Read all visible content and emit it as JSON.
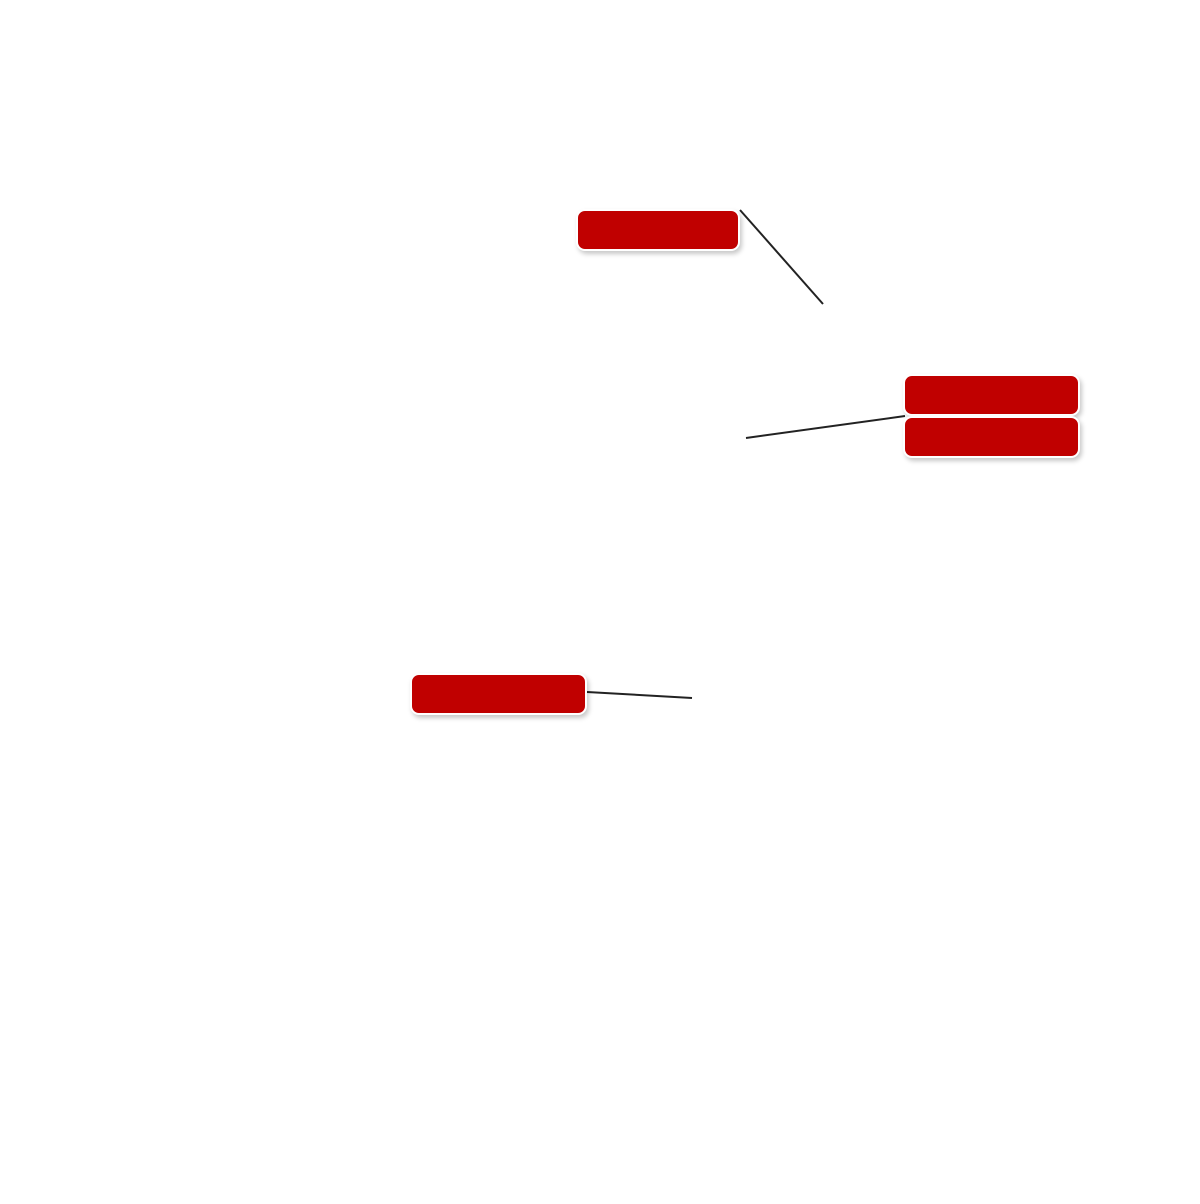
{
  "diagram": {
    "accent_color": "#c00000",
    "leader_color": "#222222",
    "callouts": [
      {
        "id": "callout-1",
        "label": ""
      },
      {
        "id": "callout-2",
        "label": ""
      },
      {
        "id": "callout-3",
        "label": ""
      },
      {
        "id": "callout-4",
        "label": ""
      }
    ]
  }
}
